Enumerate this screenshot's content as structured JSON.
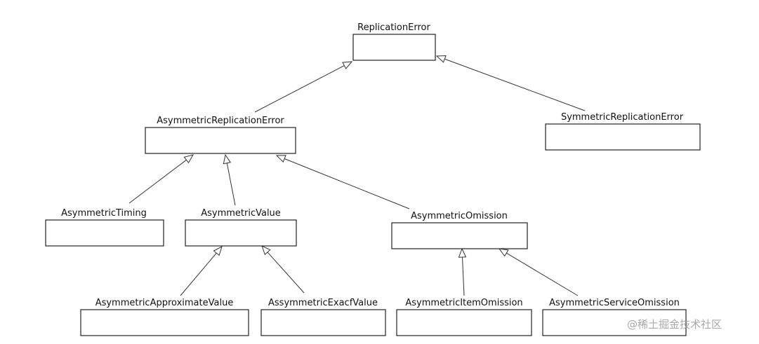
{
  "diagram": {
    "classes": [
      {
        "id": "replication-error",
        "label": "ReplicationError"
      },
      {
        "id": "asymmetric-replication-error",
        "label": "AsymmetricReplicationError"
      },
      {
        "id": "symmetric-replication-error",
        "label": "SymmetricReplicationError"
      },
      {
        "id": "asymmetric-timing",
        "label": "AsymmetricTiming"
      },
      {
        "id": "asymmetric-value",
        "label": "AsymmetricValue"
      },
      {
        "id": "asymmetric-omission",
        "label": "AsymmetricOmission"
      },
      {
        "id": "asymmetric-approximate-value",
        "label": "AsymmetricApproximateValue"
      },
      {
        "id": "assymmetric-exacf-value",
        "label": "AssymmetricExacfValue"
      },
      {
        "id": "asymmetric-item-omission",
        "label": "AsymmetricItemOmission"
      },
      {
        "id": "asymmetric-service-omission",
        "label": "AsymmetricServiceOmission"
      }
    ],
    "edges": [
      {
        "from": "asymmetric-replication-error",
        "to": "replication-error"
      },
      {
        "from": "symmetric-replication-error",
        "to": "replication-error"
      },
      {
        "from": "asymmetric-timing",
        "to": "asymmetric-replication-error"
      },
      {
        "from": "asymmetric-value",
        "to": "asymmetric-replication-error"
      },
      {
        "from": "asymmetric-omission",
        "to": "asymmetric-replication-error"
      },
      {
        "from": "asymmetric-approximate-value",
        "to": "asymmetric-value"
      },
      {
        "from": "assymmetric-exacf-value",
        "to": "asymmetric-value"
      },
      {
        "from": "asymmetric-item-omission",
        "to": "asymmetric-omission"
      },
      {
        "from": "asymmetric-service-omission",
        "to": "asymmetric-omission"
      }
    ]
  },
  "watermark": "@稀土掘金技术社区"
}
